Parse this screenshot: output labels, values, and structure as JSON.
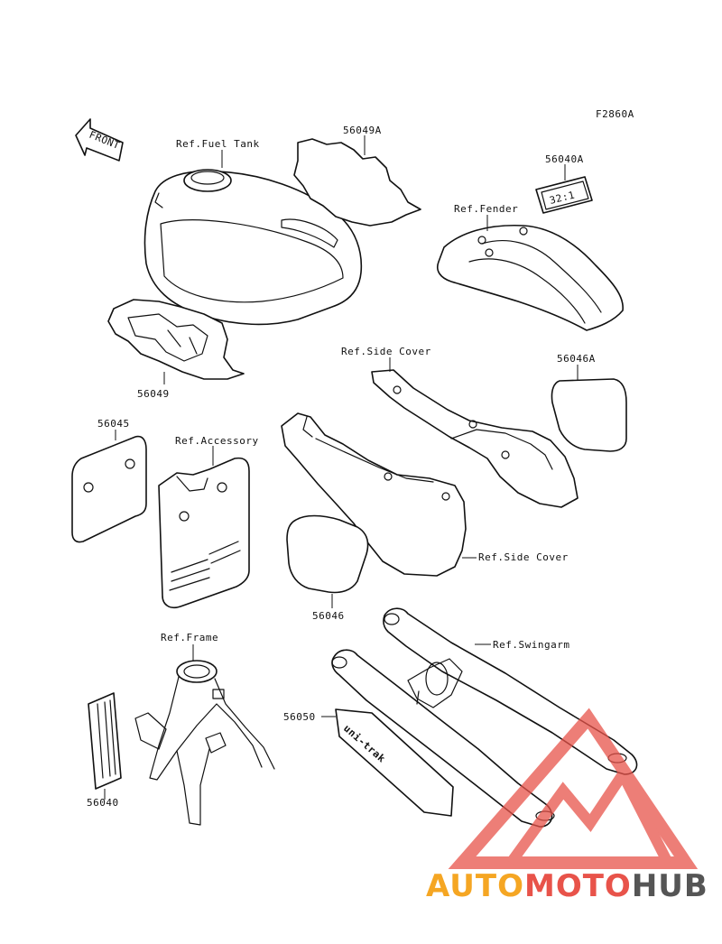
{
  "figure_code": "F2860A",
  "front_arrow": "FRONT",
  "labels": {
    "fuel_tank": "Ref.Fuel Tank",
    "p56049A": "56049A",
    "p56040A": "56040A",
    "decal_56040A_text": "32:1",
    "fender": "Ref.Fender",
    "side_cover_top": "Ref.Side Cover",
    "p56046A": "56046A",
    "p56049": "56049",
    "p56045": "56045",
    "accessory": "Ref.Accessory",
    "side_cover_bottom": "Ref.Side Cover",
    "p56046": "56046",
    "frame": "Ref.Frame",
    "swingarm": "Ref.Swingarm",
    "p56050": "56050",
    "decal_56050_text": "uni-trak",
    "p56040": "56040"
  },
  "watermark": {
    "brand_part1": "AUTO",
    "brand_part2": "MOTO",
    "brand_part3": "HUB",
    "color_orange": "#f5a623",
    "color_red": "#e8534a",
    "color_gray": "#555555"
  }
}
